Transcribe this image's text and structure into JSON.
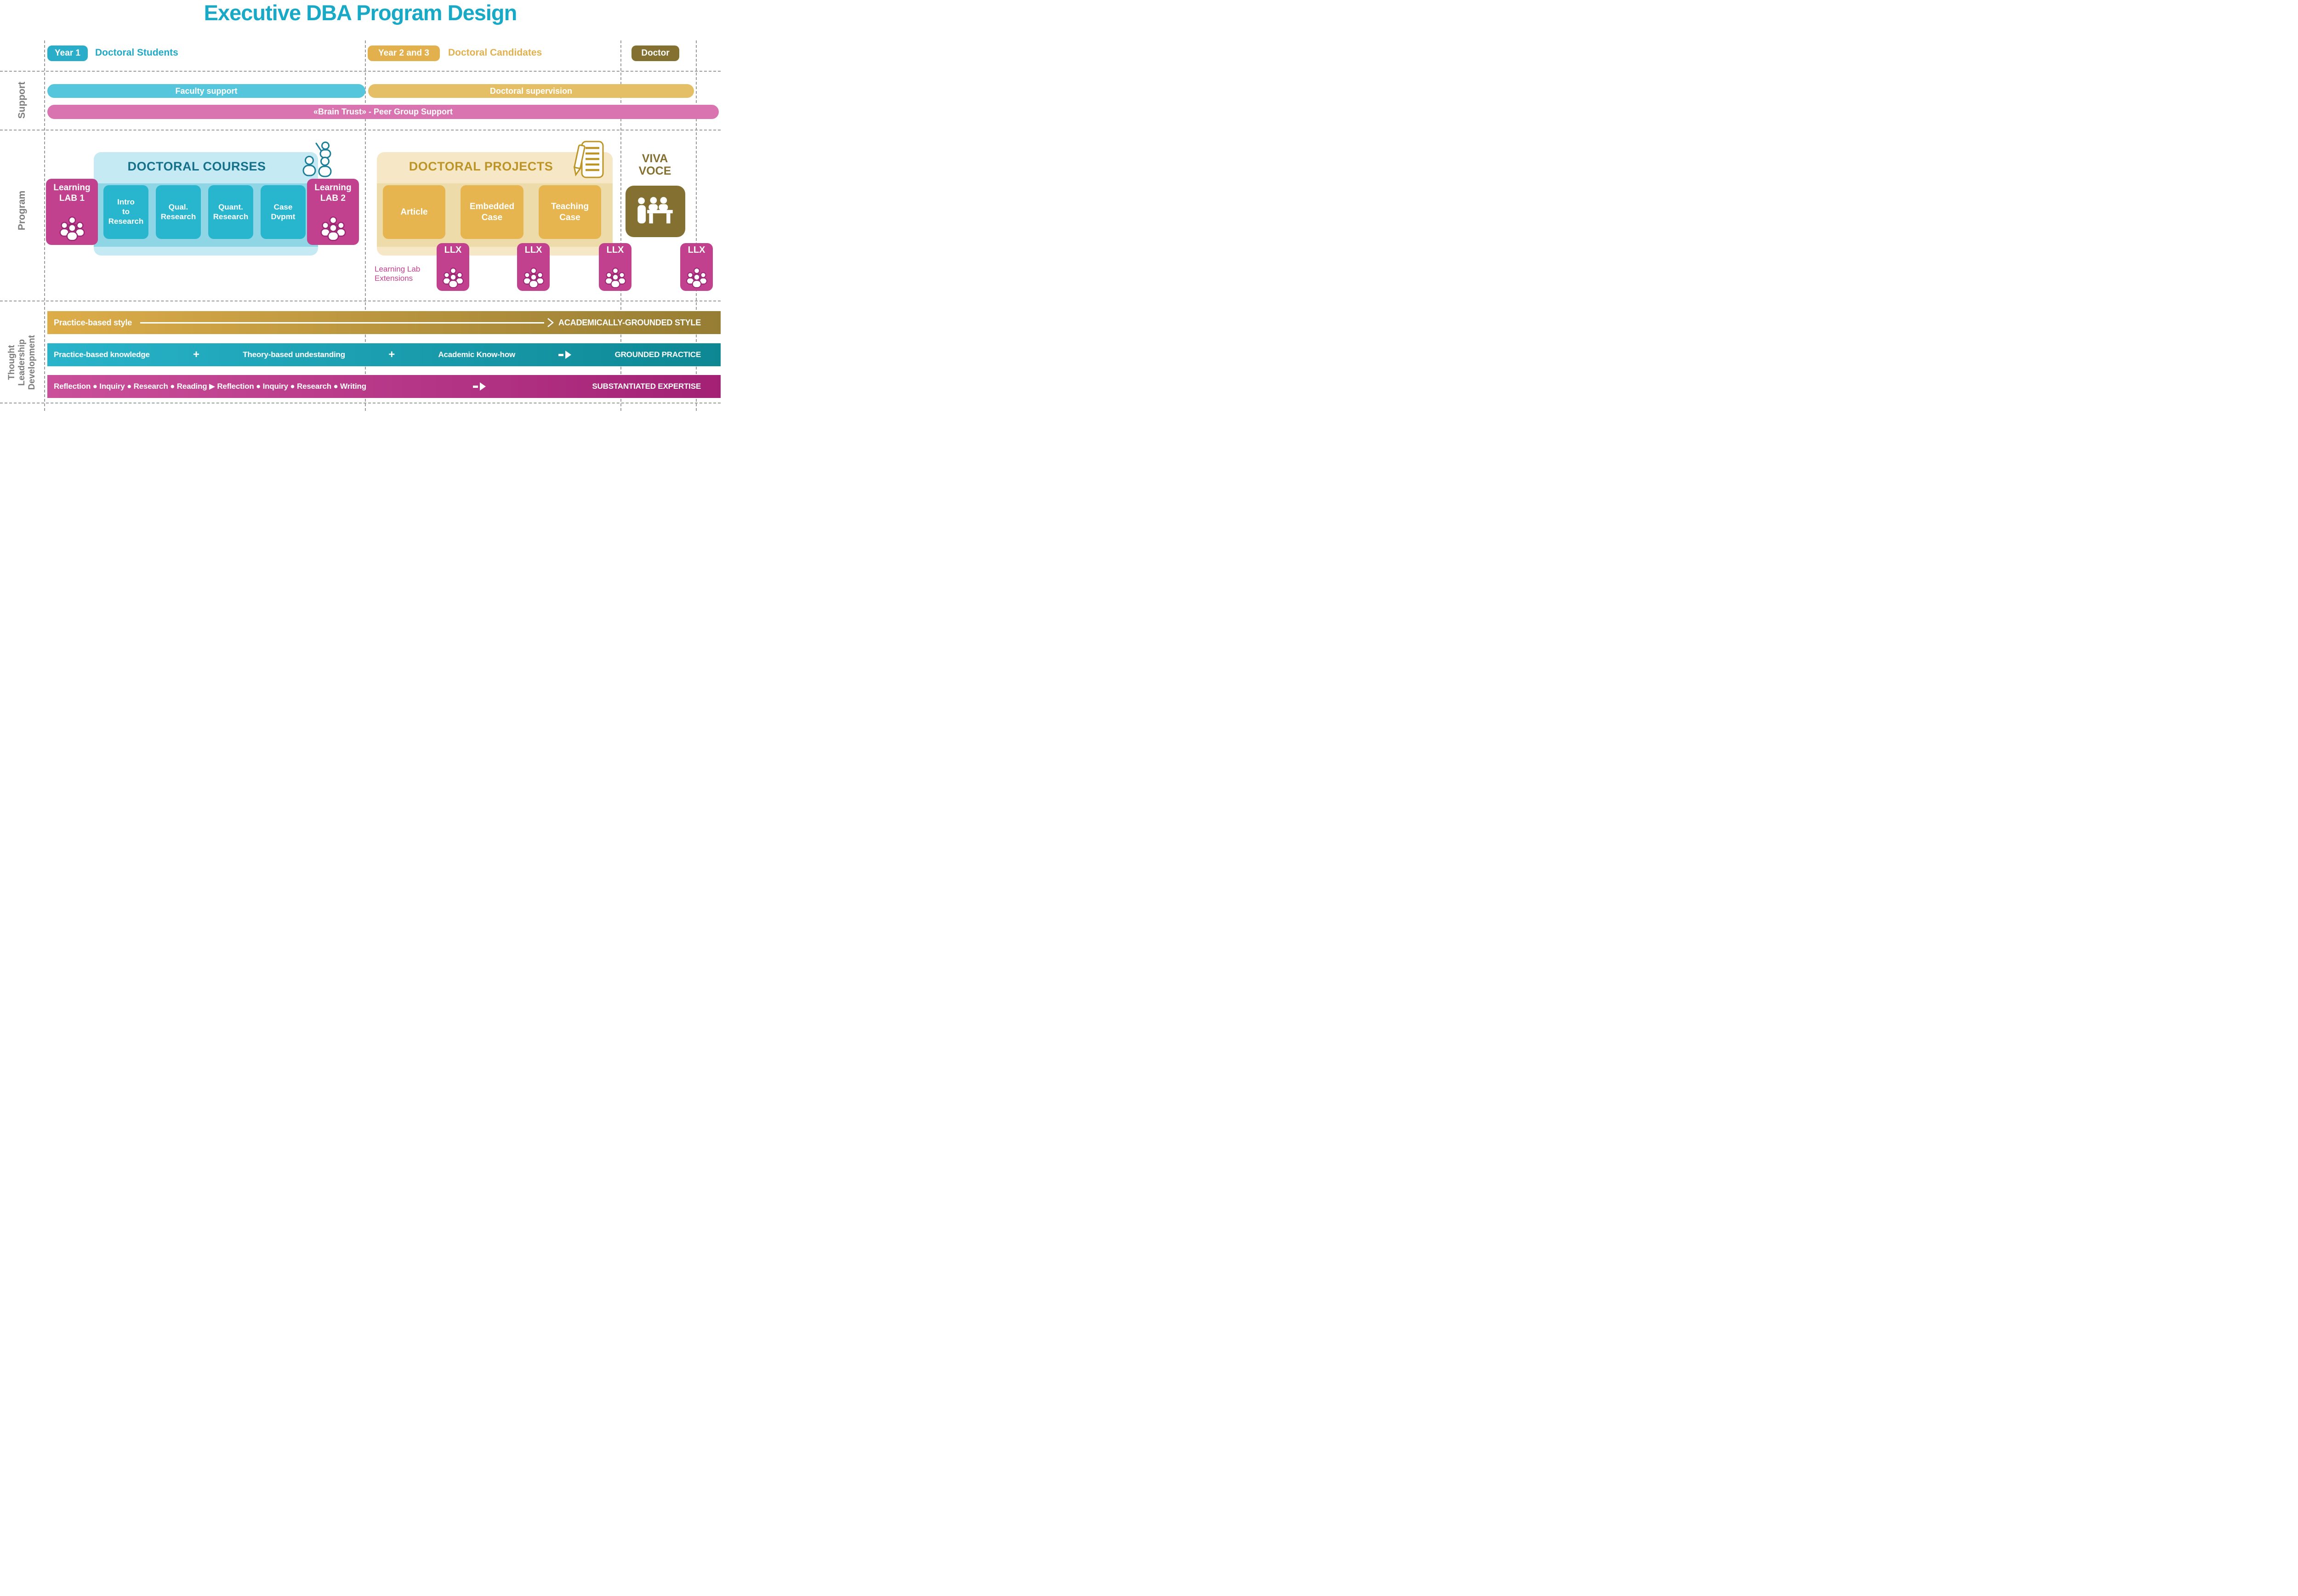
{
  "title": "Executive DBA Program Design",
  "header": {
    "year1_badge": "Year 1",
    "year1_label": "Doctoral Students",
    "year23_badge": "Year 2 and 3",
    "year23_label": "Doctoral Candidates",
    "doctor_badge": "Doctor"
  },
  "row_labels": {
    "support": "Support",
    "program": "Program",
    "thought": "Thought\nLeadership\nDevelopment"
  },
  "support": {
    "faculty_bar": "Faculty support",
    "supervision_bar": "Doctoral supervision",
    "brain_trust_bar": "«Brain Trust» - Peer Group Support"
  },
  "program": {
    "courses": {
      "title": "DOCTORAL COURSES",
      "items": [
        "Intro\nto\nResearch",
        "Qual.\nResearch",
        "Quant.\nResearch",
        "Case\nDvpmt"
      ]
    },
    "lab1": "Learning\nLAB 1",
    "lab2": "Learning\nLAB 2",
    "projects": {
      "title": "DOCTORAL PROJECTS",
      "items": [
        "Article",
        "Embedded\nCase",
        "Teaching\nCase"
      ]
    },
    "viva": "VIVA\nVOCE",
    "llx_label": "LLX",
    "llx_caption": "Learning Lab\nExtensions"
  },
  "arrows": {
    "style": {
      "left_label": "Practice-based style",
      "result": "ACADEMICALLY-GROUNDED STYLE"
    },
    "knowledge": {
      "seg1": "Practice-based knowledge",
      "plus1": "+",
      "seg2": "Theory-based undestanding",
      "plus2": "+",
      "seg3": "Academic Know-how",
      "result": "GROUNDED PRACTICE"
    },
    "expertise": {
      "sequence": "Reflection ● Inquiry ● Research ● Reading ▶ Reflection ● Inquiry ● Research ● Writing",
      "result": "SUBSTANTIATED EXPERTISE"
    }
  },
  "palette": {
    "teal": "#1fa9c7",
    "teal_dark": "#15718a",
    "teal_box": "#27b6ce",
    "teal_bar": "#55c6dc",
    "gold_badge": "#e2b14e",
    "gold_bar": "#e5bf66",
    "gold_box": "#e7b54f",
    "gold_title": "#bc9526",
    "olive": "#847031",
    "pink_box": "#c2418f",
    "pink_bar": "#d974b0"
  }
}
